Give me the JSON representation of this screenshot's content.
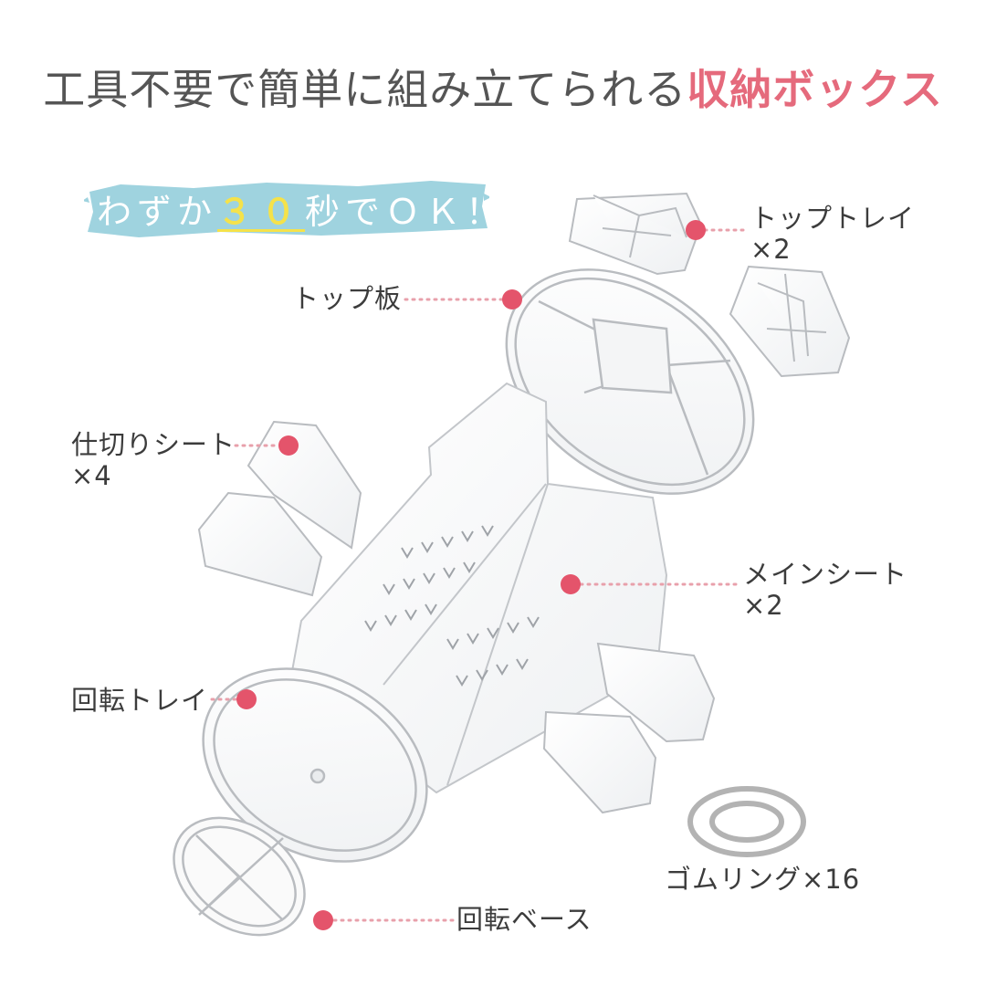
{
  "headline": {
    "main": "工具不要で簡単に組み立てられる",
    "accent": "収納ボックス"
  },
  "badge": {
    "prefix": "わずか",
    "number": "３０",
    "suffix": "秒でＯＫ！"
  },
  "labels": {
    "top_tray": "トップトレイ",
    "top_tray_qty": "×2",
    "top_plate": "トップ板",
    "divider_sheet": "仕切りシート",
    "divider_sheet_qty": "×4",
    "main_sheet": "メインシート",
    "main_sheet_qty": "×2",
    "rotating_tray": "回転トレイ",
    "rubber_ring": "ゴムリング×16",
    "rotating_base": "回転ベース"
  },
  "colors": {
    "accent": "#e56a7c",
    "badge_bg": "#9fd3df",
    "badge_number": "#f5e24a",
    "dot": "#e4546b",
    "leader": "#e8a0ab"
  }
}
